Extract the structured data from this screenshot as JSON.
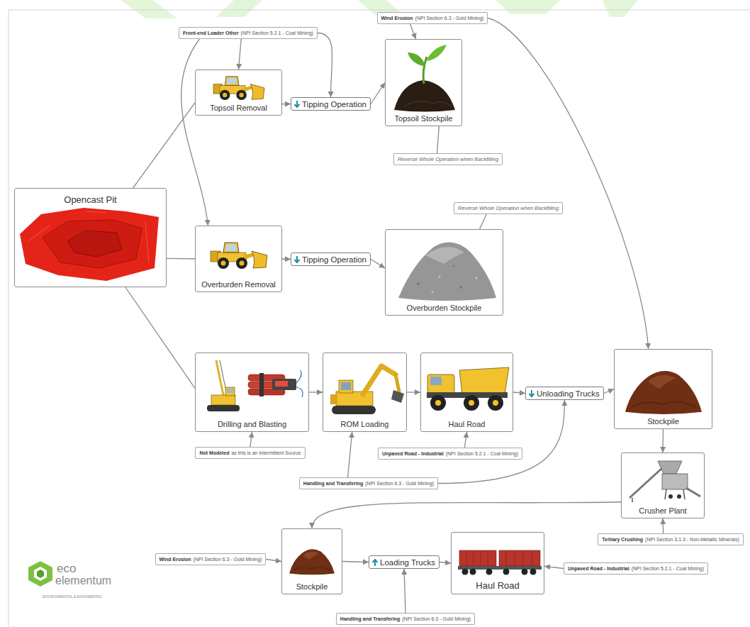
{
  "diagram": {
    "nodes": [
      {
        "text": [
          "Front-end Loader Other",
          "(NPI Section 5.2.1 - Coal Mining)"
        ]
      },
      {
        "text": [
          "Wind Erosion",
          "(NPI Section 6.3 - Gold Mining)"
        ]
      },
      {
        "text": [
          "Topsoil Removal"
        ]
      },
      {
        "text": [
          "Tipping Operation"
        ]
      },
      {
        "text": [
          "Topsoil Stockpile"
        ]
      },
      {
        "text": [
          "Reverse Whole Operation when Backfilling"
        ]
      },
      {
        "text": [
          "Opencast Pit"
        ]
      },
      {
        "text": [
          "Reverse Whole Operation when Backfilling"
        ]
      },
      {
        "text": [
          "Overburden Removal"
        ]
      },
      {
        "text": [
          "Tipping Operation"
        ]
      },
      {
        "text": [
          "Overburden Stockpile"
        ]
      },
      {
        "text": [
          "Drilling and Blasting"
        ]
      },
      {
        "text": [
          "ROM Loading"
        ]
      },
      {
        "text": [
          "Haul Road"
        ]
      },
      {
        "text": [
          "Unloading Trucks"
        ]
      },
      {
        "text": [
          "Stockpile"
        ]
      },
      {
        "text": [
          "Not Modeled",
          "as this is an Intermittent Source"
        ]
      },
      {
        "text": [
          "Unpaved Road - Industrial",
          "(NPI Section 5.2.1 - Coal Mining)"
        ]
      },
      {
        "text": [
          "Crusher Plant"
        ]
      },
      {
        "text": [
          "Handling and Transfering",
          "(NPI Section 6.3 - Gold Mining)"
        ]
      },
      {
        "text": [
          "Tertiary Crushing",
          "(NPI Section 3.1.3 - Non-Metallic Minerals)"
        ]
      },
      {
        "text": [
          "Stockpile"
        ]
      },
      {
        "text": [
          "Wind Erosion",
          "(NPI Section 6.3 - Gold Mining)"
        ]
      },
      {
        "text": [
          "Loading Trucks"
        ]
      },
      {
        "text": [
          "Haul Road"
        ]
      },
      {
        "text": [
          "Unpaved Road - Industrial",
          "(NPI Section 5.2.1 - Coal Mining)"
        ]
      },
      {
        "text": [
          "Handling and Transfering",
          "(NPI Section 6.3 - Gold Mining)"
        ]
      }
    ],
    "edges": [
      {
        "from": 6,
        "to": 2,
        "arrow": "none"
      },
      {
        "from": 6,
        "to": 8,
        "arrow": "none"
      },
      {
        "from": 6,
        "to": 11,
        "arrow": "none"
      },
      {
        "from": 2,
        "to": 3,
        "arrow": "to"
      },
      {
        "from": 3,
        "to": 4,
        "arrow": "to"
      },
      {
        "from": 8,
        "to": 9,
        "arrow": "to"
      },
      {
        "from": 9,
        "to": 10,
        "arrow": "to"
      },
      {
        "from": 11,
        "to": 12,
        "arrow": "to"
      },
      {
        "from": 12,
        "to": 13,
        "arrow": "to"
      },
      {
        "from": 13,
        "to": 14,
        "arrow": "to"
      },
      {
        "from": 14,
        "to": 15,
        "arrow": "to"
      },
      {
        "from": 15,
        "to": 18,
        "arrow": "to"
      },
      {
        "from": 18,
        "to": 21,
        "arrow": "to"
      },
      {
        "from": 21,
        "to": 23,
        "arrow": "to"
      },
      {
        "from": 23,
        "to": 24,
        "arrow": "to"
      },
      {
        "from": 0,
        "to": 2,
        "arrow": "to"
      },
      {
        "from": 0,
        "to": 3,
        "arrow": "to"
      },
      {
        "from": 0,
        "to": 8,
        "arrow": "to"
      },
      {
        "from": 1,
        "to": 4,
        "arrow": "to"
      },
      {
        "from": 1,
        "to": 15,
        "arrow": "to"
      },
      {
        "from": 5,
        "to": 4,
        "arrow": "none"
      },
      {
        "from": 7,
        "to": 10,
        "arrow": "none"
      },
      {
        "from": 16,
        "to": 11,
        "arrow": "to"
      },
      {
        "from": 17,
        "to": 13,
        "arrow": "to"
      },
      {
        "from": 19,
        "to": 12,
        "arrow": "to"
      },
      {
        "from": 19,
        "to": 14,
        "arrow": "to"
      },
      {
        "from": 20,
        "to": 18,
        "arrow": "to"
      },
      {
        "from": 22,
        "to": 21,
        "arrow": "to"
      },
      {
        "from": 26,
        "to": 23,
        "arrow": "to"
      },
      {
        "from": 25,
        "to": 24,
        "arrow": "to"
      }
    ],
    "labels": [
      "eco",
      "elementum",
      "ENVIRONMENTAL & ENGINEERING"
    ]
  }
}
